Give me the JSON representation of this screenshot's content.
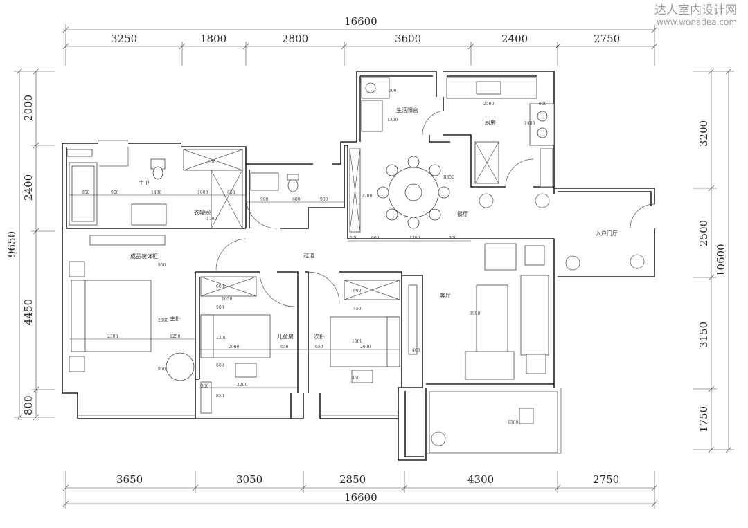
{
  "watermark": {
    "title": "达人室内设计网",
    "url": "www.wonadea.com"
  },
  "dimensions": {
    "top_total": "16600",
    "top_segments": [
      "3250",
      "1800",
      "2800",
      "3600",
      "2400",
      "2750"
    ],
    "bottom_total": "16600",
    "bottom_segments": [
      "3650",
      "3050",
      "2850",
      "4300",
      "2750"
    ],
    "left_total": "9650",
    "left_segments": [
      "2000",
      "2400",
      "4450",
      "800"
    ],
    "right_total": "10600",
    "right_segments": [
      "3200",
      "2500",
      "3150",
      "1750"
    ]
  },
  "rooms": {
    "master_bath": "主卫",
    "closet": "衣帽间",
    "balcony_service": "生活阳台",
    "kitchen": "厨房",
    "dining": "餐厅",
    "entry": "入户门厅",
    "cabinet": "成品装饰柜",
    "corridor": "过道",
    "master_bed": "主卧",
    "kids_room": "儿童房",
    "second_bed": "次卧",
    "living": "客厅"
  },
  "inner_dims": {
    "d850": "850",
    "d900a": "900",
    "d1400": "1400",
    "d1000": "1000",
    "d600a": "600",
    "d600b": "600",
    "d1700": "1700",
    "d900b": "900",
    "d800": "800",
    "d900c": "900",
    "d2500": "2500",
    "d600c": "600",
    "d1400b": "1400",
    "d600d": "600",
    "d1300a": "1300",
    "d2200a": "2200",
    "r850": "R850",
    "d500": "500",
    "d900d": "900",
    "d1300b": "1300",
    "d900e": "900",
    "d950a": "950",
    "d600e": "600",
    "d1050": "1050",
    "d500b": "500",
    "d600f": "600",
    "d450a": "450",
    "d2000a": "2000",
    "d1200": "1200",
    "d2300": "2300",
    "d1250": "1250",
    "d2000b": "2000",
    "d650a": "650",
    "d650b": "650",
    "d2000c": "2000",
    "d1500": "1500",
    "d3900": "3900",
    "d950b": "950",
    "d600g": "600",
    "d300": "300",
    "d850b": "850",
    "d2200b": "2200",
    "d450b": "450",
    "d400": "400",
    "d1500b": "1500"
  }
}
